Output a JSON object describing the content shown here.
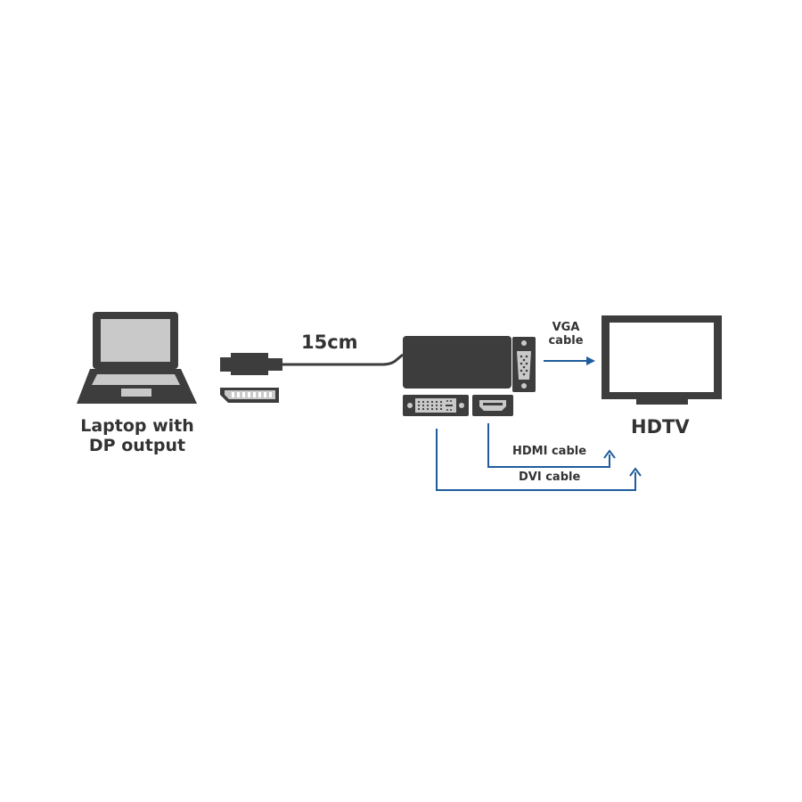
{
  "laptop": {
    "label_line1": "Laptop with",
    "label_line2": "DP output"
  },
  "cable": {
    "length_label": "15cm"
  },
  "outputs": {
    "vga_line1": "VGA",
    "vga_line2": "cable",
    "hdmi_label": "HDMI cable",
    "dvi_label": "DVI cable"
  },
  "display": {
    "label": "HDTV"
  },
  "colors": {
    "device_dark": "#3d3d3d",
    "device_fill": "#c9c9c9",
    "connector_line": "#1f5c9c",
    "text": "#333333",
    "background": "#ffffff"
  },
  "icons": [
    "laptop-icon",
    "displayport-plug-icon",
    "displayport-port-icon",
    "adapter-icon",
    "vga-port-icon",
    "dvi-port-icon",
    "hdmi-port-icon",
    "tv-icon",
    "arrow-icon"
  ]
}
